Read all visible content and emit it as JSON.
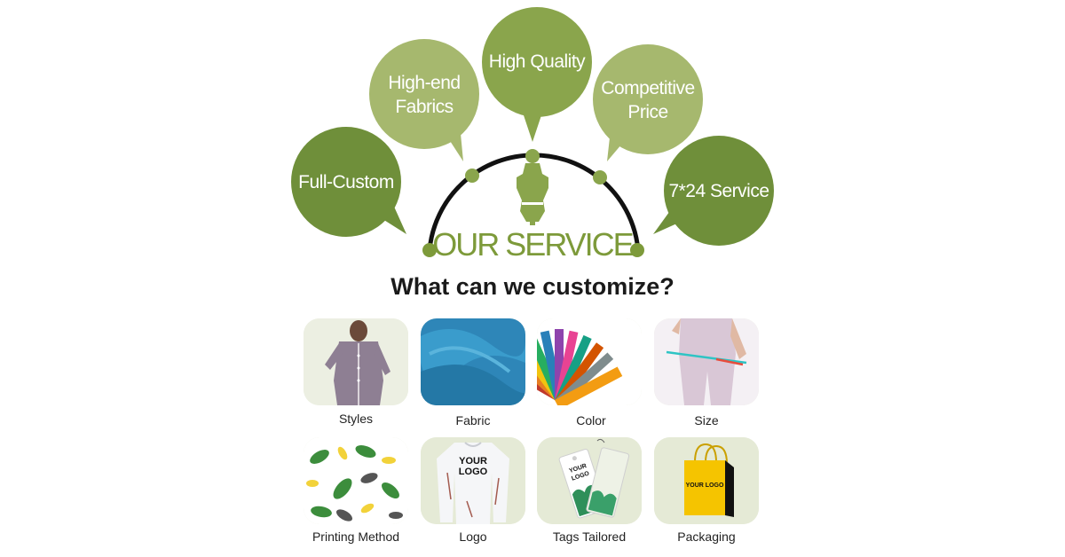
{
  "service": {
    "title": "OUR SERVICE",
    "bubbles": {
      "full_custom": "Full-Custom",
      "high_end_line1": "High-end",
      "high_end_line2": "Fabrics",
      "high_quality": "High Quality",
      "competitive_line1": "Competitive",
      "competitive_line2": "Price",
      "service_247": "7*24 Service"
    }
  },
  "headline": "What can we customize?",
  "items": [
    {
      "label": "Styles"
    },
    {
      "label": "Fabric"
    },
    {
      "label": "Color"
    },
    {
      "label": "Size"
    },
    {
      "label": "Printing Method"
    },
    {
      "label": "Logo"
    },
    {
      "label": "Tags Tailored"
    },
    {
      "label": "Packaging"
    }
  ],
  "image_text": {
    "shirt_logo_line1": "YOUR",
    "shirt_logo_line2": "LOGO",
    "tag_logo_line1": "YOUR",
    "tag_logo_line2": "LOGO",
    "bag_logo": "YOUR LOGO"
  },
  "colors": {
    "bubble_dark": "#6f8f3a",
    "bubble_mid": "#8aa54c",
    "bubble_light": "#a6b86e",
    "title_green": "#7d9a3a",
    "card_bg": "#e5ead6"
  }
}
